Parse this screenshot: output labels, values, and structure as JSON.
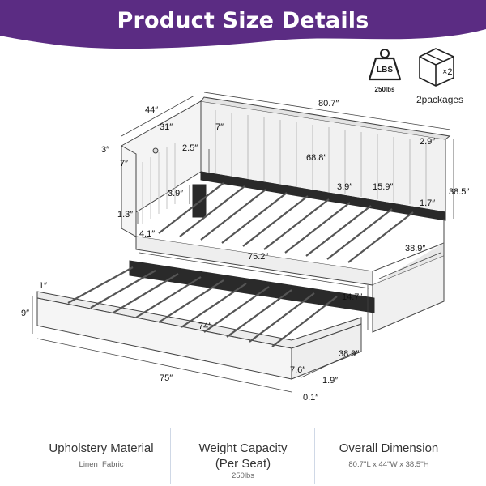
{
  "header": {
    "title": "Product Size Details",
    "color": "#5b2c83"
  },
  "icons": {
    "weight": {
      "icon": "weight-icon",
      "label": "LBS",
      "value": "250lbs"
    },
    "package": {
      "icon": "package-box-icon",
      "badge": "×2",
      "label": "2packages"
    }
  },
  "dimensions": {
    "depth_top": "44″",
    "length_top": "80.7″",
    "arm_inner": "31″",
    "back_top": "7″",
    "arm_side": "3″",
    "arm_gap": "2.5″",
    "arm_front": "7″",
    "right_arm": "2.9″",
    "back_width": "68.8″",
    "slat_gap": "3.9″",
    "panel_height": "15.9″",
    "left_low": "3.9″",
    "height_total": "38.5″",
    "leg_right": "1.7″",
    "leg_left": "1.3″",
    "frame_side": "4.1″",
    "frame_length": "75.2″",
    "frame_depth": "38.9″",
    "trundle_leg": "1″",
    "trundle_height": "9″",
    "trundle_gap": "14.7″",
    "trundle_slats": "74″",
    "trundle_depth": "38.9″",
    "trundle_length": "75″",
    "caster_height": "7.6″",
    "caster_clear": "1.9″",
    "caster_floor": "0.1″"
  },
  "specs": [
    {
      "title": "Upholstery Material",
      "value": "Linen  Fabric"
    },
    {
      "title": "Weight Capacity\n(Per Seat)",
      "value": "250lbs"
    },
    {
      "title": "Overall Dimension",
      "value": "80.7''L x 44''W x 38.5''H"
    }
  ]
}
